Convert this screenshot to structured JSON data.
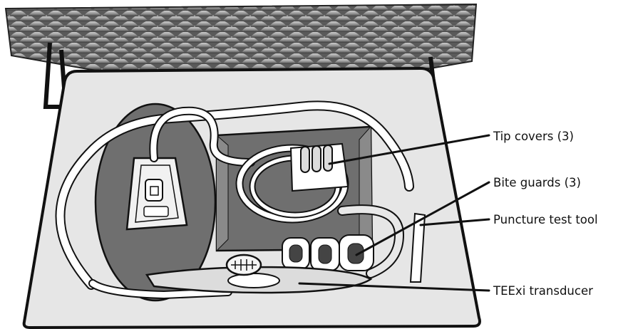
{
  "callouts": {
    "tip_covers": "Tip covers (3)",
    "bite_guards": "Bite guards (3)",
    "puncture_test_tool": "Puncture test tool",
    "teexi_transducer": "TEExi transducer"
  },
  "colors": {
    "foam_light": "#d9d9d9",
    "foam_dark": "#4a4a4a",
    "tray": "#e6e6e6",
    "recess": "#6f6f6f",
    "outline": "#111111"
  }
}
